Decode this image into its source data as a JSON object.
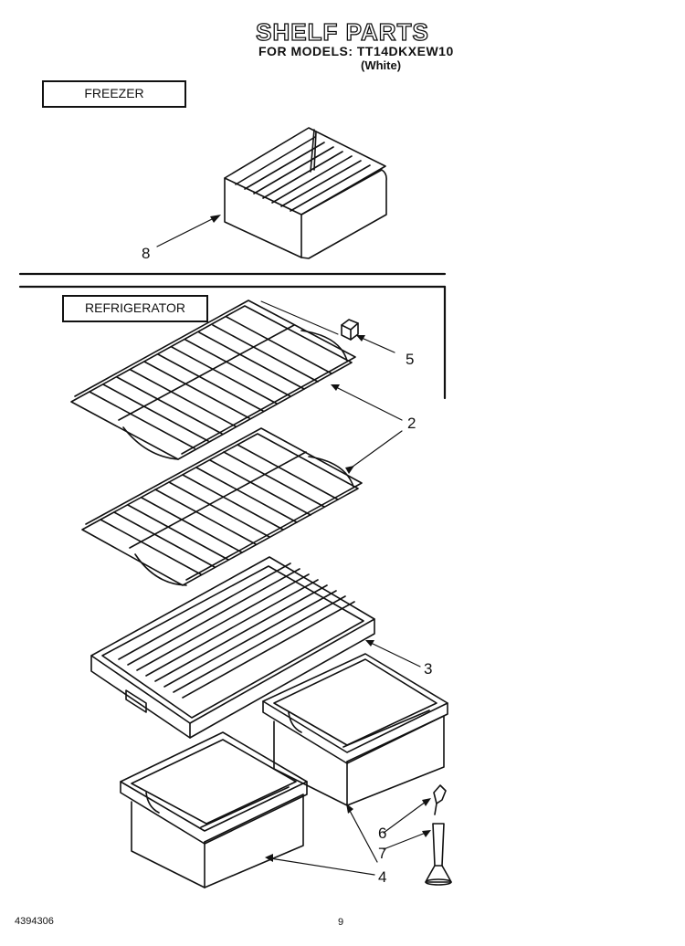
{
  "header": {
    "title": "SHELF PARTS",
    "subtitle": "FOR MODELS: TT14DKXEW10",
    "variant": "(White)"
  },
  "sections": {
    "freezer_label": "FREEZER",
    "refrigerator_label": "REFRIGERATOR"
  },
  "callouts": {
    "c8": "8",
    "c5": "5",
    "c2": "2",
    "c3": "3",
    "c6": "6",
    "c7": "7",
    "c4": "4"
  },
  "footer": {
    "doc_number": "4394306",
    "page": "9"
  }
}
